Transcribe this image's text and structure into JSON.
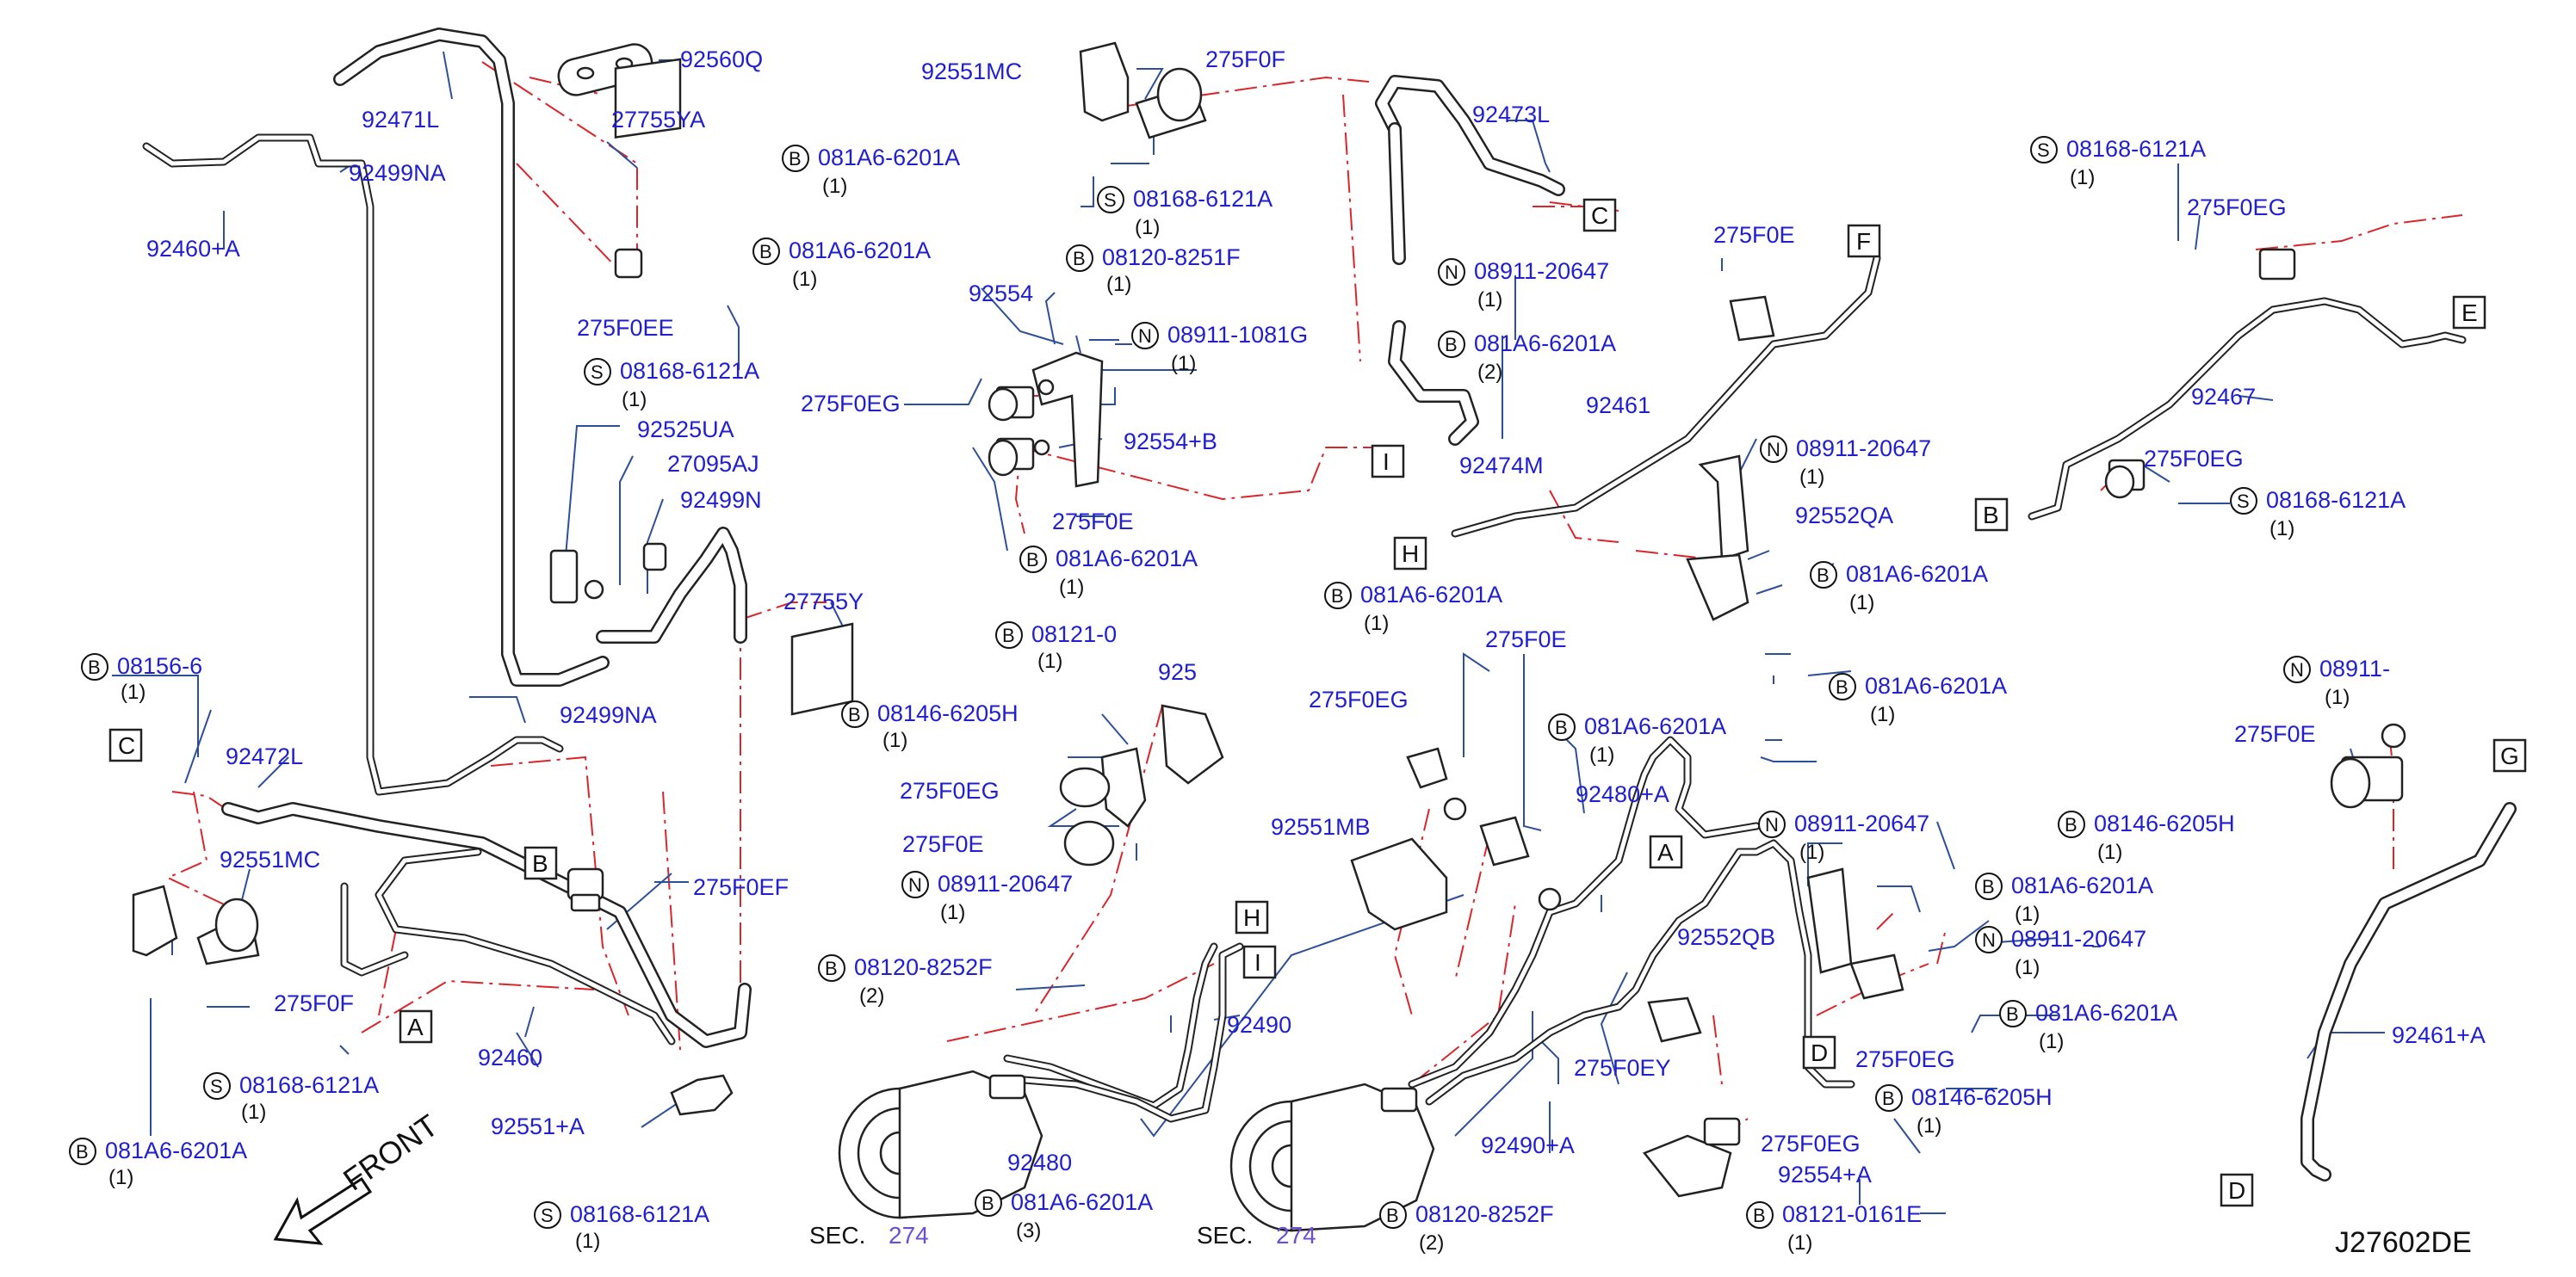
{
  "drawing_number": "J27602DE",
  "front_label": "FRONT",
  "sections": [
    {
      "prefix": "SEC.",
      "number": "274"
    },
    {
      "prefix": "SEC.",
      "number": "274"
    }
  ],
  "connection_points": [
    "A",
    "B",
    "C",
    "D",
    "E",
    "F",
    "G",
    "H",
    "I"
  ],
  "callouts": [
    {
      "part": "92560Q",
      "qty": ""
    },
    {
      "part": "92471L",
      "qty": ""
    },
    {
      "part": "27755YA",
      "qty": ""
    },
    {
      "part": "92499NA",
      "qty": ""
    },
    {
      "part": "92460+A",
      "qty": ""
    },
    {
      "part": "275F0EE",
      "qty": ""
    },
    {
      "part": "08168-6121A",
      "prefix": "S",
      "qty": "(1)"
    },
    {
      "part": "92525UA",
      "qty": ""
    },
    {
      "part": "27095AJ",
      "qty": ""
    },
    {
      "part": "92499N",
      "qty": ""
    },
    {
      "part": "27755Y",
      "qty": ""
    },
    {
      "part": "08156-6",
      "prefix": "B",
      "qty": "(1)"
    },
    {
      "part": "92499NA",
      "qty": ""
    },
    {
      "part": "92472L",
      "qty": ""
    },
    {
      "part": "92551MC",
      "qty": ""
    },
    {
      "part": "275F0F",
      "qty": ""
    },
    {
      "part": "275F0EF",
      "qty": ""
    },
    {
      "part": "92460",
      "qty": ""
    },
    {
      "part": "08168-6121A",
      "prefix": "S",
      "qty": "(1)"
    },
    {
      "part": "92551+A",
      "qty": ""
    },
    {
      "part": "081A6-6201A",
      "prefix": "B",
      "qty": "(1)"
    },
    {
      "part": "08168-6121A",
      "prefix": "S",
      "qty": "(1)"
    },
    {
      "part": "92551MC",
      "qty": ""
    },
    {
      "part": "275F0F",
      "qty": ""
    },
    {
      "part": "92473L",
      "qty": ""
    },
    {
      "part": "081A6-6201A",
      "prefix": "B",
      "qty": "(1)"
    },
    {
      "part": "08168-6121A",
      "prefix": "S",
      "qty": "(1)"
    },
    {
      "part": "081A6-6201A",
      "prefix": "B",
      "qty": "(1)"
    },
    {
      "part": "08120-8251F",
      "prefix": "B",
      "qty": "(1)"
    },
    {
      "part": "92554",
      "qty": ""
    },
    {
      "part": "08911-1081G",
      "prefix": "N",
      "qty": "(1)"
    },
    {
      "part": "275F0EG",
      "qty": ""
    },
    {
      "part": "92554+B",
      "qty": ""
    },
    {
      "part": "275F0E",
      "qty": ""
    },
    {
      "part": "081A6-6201A",
      "prefix": "B",
      "qty": "(1)"
    },
    {
      "part": "08911-20647",
      "prefix": "N",
      "qty": "(1)"
    },
    {
      "part": "081A6-6201A",
      "prefix": "B",
      "qty": "(2)"
    },
    {
      "part": "92474M",
      "qty": ""
    },
    {
      "part": "08121-0",
      "prefix": "B",
      "qty": "(1)"
    },
    {
      "part": "08146-6205H",
      "prefix": "B",
      "qty": "(1)"
    },
    {
      "part": "925",
      "qty": ""
    },
    {
      "part": "275F0EG",
      "qty": ""
    },
    {
      "part": "275F0E",
      "qty": ""
    },
    {
      "part": "08911-20647",
      "prefix": "N",
      "qty": "(1)"
    },
    {
      "part": "08120-8252F",
      "prefix": "B",
      "qty": "(2)"
    },
    {
      "part": "92490",
      "qty": ""
    },
    {
      "part": "92480",
      "qty": ""
    },
    {
      "part": "081A6-6201A",
      "prefix": "B",
      "qty": "(3)"
    },
    {
      "part": "275F0E",
      "qty": ""
    },
    {
      "part": "92461",
      "qty": ""
    },
    {
      "part": "08911-20647",
      "prefix": "N",
      "qty": "(1)"
    },
    {
      "part": "92552QA",
      "qty": ""
    },
    {
      "part": "081A6-6201A",
      "prefix": "B",
      "qty": "(1)"
    },
    {
      "part": "081A6-6201A",
      "prefix": "B",
      "qty": "(1)"
    },
    {
      "part": "275F0E",
      "qty": ""
    },
    {
      "part": "081A6-6201A",
      "prefix": "B",
      "qty": "(1)"
    },
    {
      "part": "275F0EG",
      "qty": ""
    },
    {
      "part": "081A6-6201A",
      "prefix": "B",
      "qty": "(1)"
    },
    {
      "part": "92480+A",
      "qty": ""
    },
    {
      "part": "92551MB",
      "qty": ""
    },
    {
      "part": "92552QB",
      "qty": ""
    },
    {
      "part": "275F0EY",
      "qty": ""
    },
    {
      "part": "92490+A",
      "qty": ""
    },
    {
      "part": "08120-8252F",
      "prefix": "B",
      "qty": "(2)"
    },
    {
      "part": "08911-20647",
      "prefix": "N",
      "qty": "(1)"
    },
    {
      "part": "081A6-6201A",
      "prefix": "B",
      "qty": "(1)"
    },
    {
      "part": "08911-20647",
      "prefix": "N",
      "qty": "(1)"
    },
    {
      "part": "081A6-6201A",
      "prefix": "B",
      "qty": "(1)"
    },
    {
      "part": "275F0EG",
      "qty": ""
    },
    {
      "part": "08146-6205H",
      "prefix": "B",
      "qty": "(1)"
    },
    {
      "part": "275F0EG",
      "qty": ""
    },
    {
      "part": "92554+A",
      "qty": ""
    },
    {
      "part": "08121-0161E",
      "prefix": "B",
      "qty": "(1)"
    },
    {
      "part": "08146-6205H",
      "prefix": "B",
      "qty": "(1)"
    },
    {
      "part": "08168-6121A",
      "prefix": "S",
      "qty": "(1)"
    },
    {
      "part": "275F0EG",
      "qty": ""
    },
    {
      "part": "92467",
      "qty": ""
    },
    {
      "part": "275F0EG",
      "qty": ""
    },
    {
      "part": "08168-6121A",
      "prefix": "S",
      "qty": "(1)"
    },
    {
      "part": "08911-",
      "prefix": "N",
      "qty": "(1)"
    },
    {
      "part": "275F0E",
      "qty": ""
    },
    {
      "part": "92461+A",
      "qty": ""
    }
  ]
}
